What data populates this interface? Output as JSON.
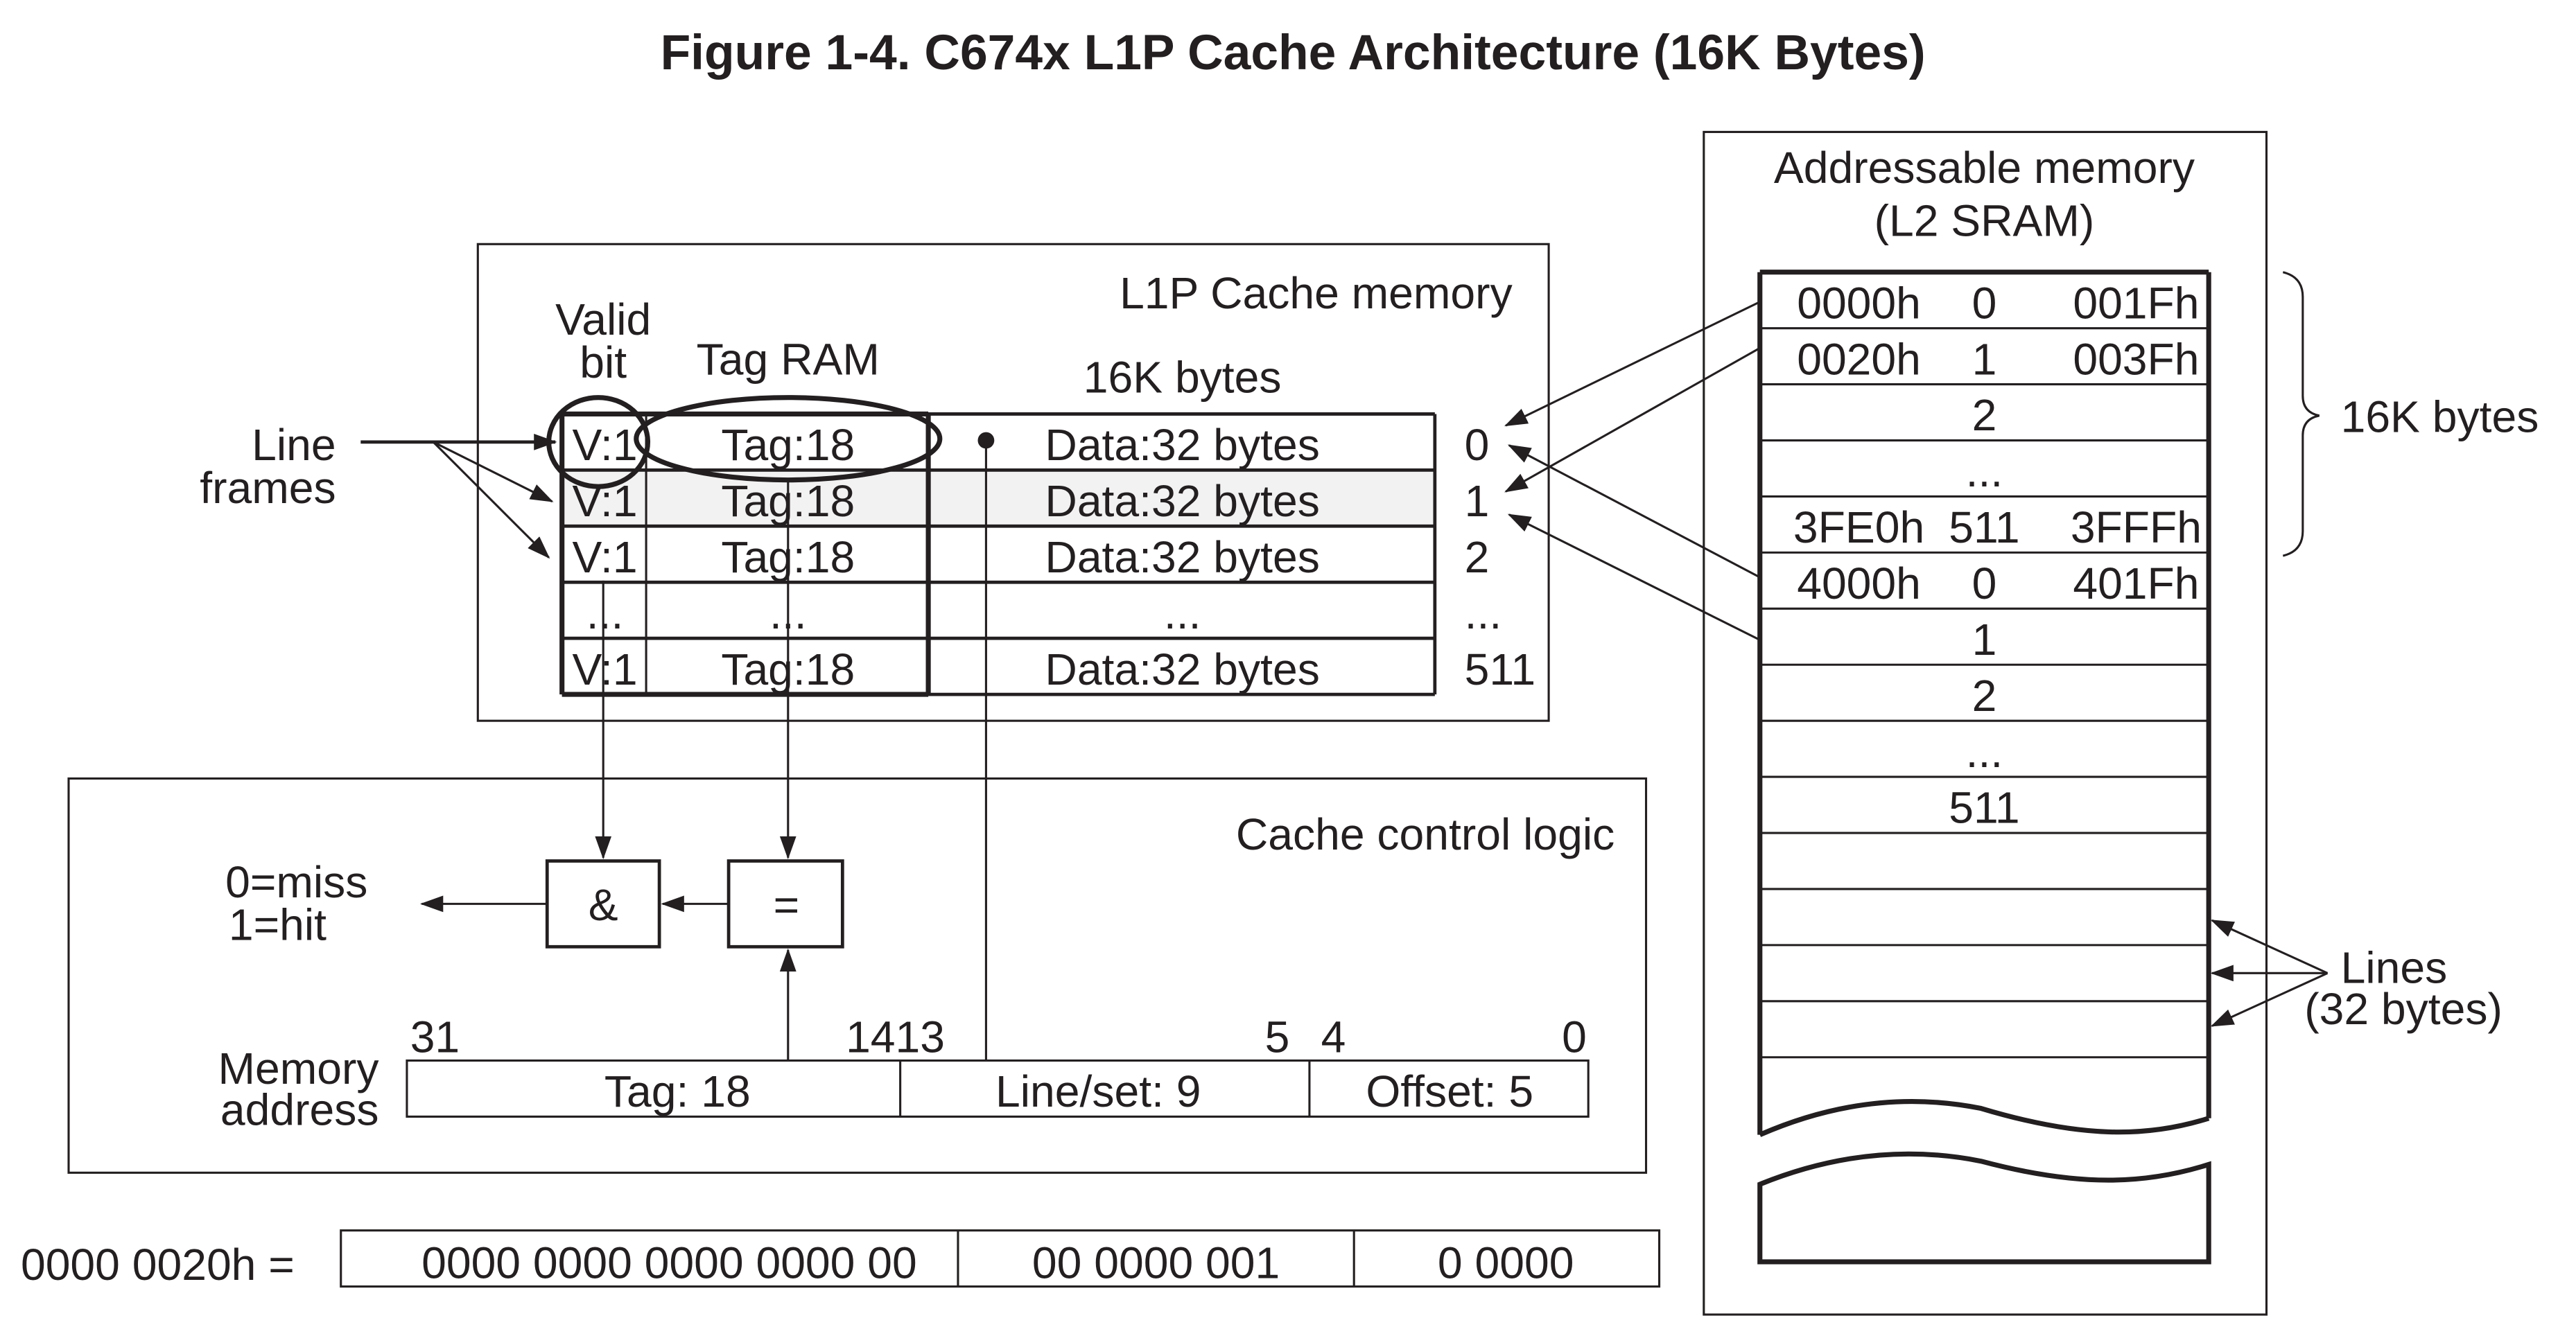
{
  "title": "Figure 1-4. C674x L1P Cache Architecture (16K Bytes)",
  "l1p": {
    "label": "L1P Cache memory",
    "valid_label": [
      "Valid",
      "bit"
    ],
    "tag_ram_label": "Tag RAM",
    "size_label": "16K bytes",
    "rows": [
      {
        "valid": "V:1",
        "tag": "Tag:18",
        "data": "Data:32 bytes",
        "index": "0"
      },
      {
        "valid": "V:1",
        "tag": "Tag:18",
        "data": "Data:32 bytes",
        "index": "1",
        "highlighted": true
      },
      {
        "valid": "V:1",
        "tag": "Tag:18",
        "data": "Data:32 bytes",
        "index": "2"
      },
      {
        "valid": "...",
        "tag": "...",
        "data": "...",
        "index": "..."
      },
      {
        "valid": "V:1",
        "tag": "Tag:18",
        "data": "Data:32 bytes",
        "index": "511"
      }
    ],
    "line_frames_label": [
      "Line",
      "frames"
    ]
  },
  "control": {
    "label": "Cache control logic",
    "and_gate": "&",
    "compare": "=",
    "result": [
      "0=miss",
      "1=hit"
    ],
    "memory_address_label": [
      "Memory",
      "address"
    ],
    "bit_labels": {
      "b31": "31",
      "b1413": "1413",
      "b5": "5",
      "b4": "4",
      "b0": "0"
    },
    "fields": [
      "Tag: 18",
      "Line/set: 9",
      "Offset: 5"
    ]
  },
  "example": {
    "label": "0000 0020h =",
    "fields": [
      "0000 0000 0000 0000 00",
      "00 0000 001",
      "0 0000"
    ]
  },
  "l2": {
    "label": [
      "Addressable memory",
      "(L2 SRAM)"
    ],
    "rows": [
      {
        "start": "0000h",
        "line": "0",
        "end": "001Fh"
      },
      {
        "start": "0020h",
        "line": "1",
        "end": "003Fh"
      },
      {
        "start": "",
        "line": "2",
        "end": ""
      },
      {
        "start": "",
        "line": "...",
        "end": ""
      },
      {
        "start": "3FE0h",
        "line": "511",
        "end": "3FFFh"
      },
      {
        "start": "4000h",
        "line": "0",
        "end": "401Fh"
      },
      {
        "start": "",
        "line": "1",
        "end": ""
      },
      {
        "start": "",
        "line": "2",
        "end": ""
      },
      {
        "start": "",
        "line": "...",
        "end": ""
      },
      {
        "start": "",
        "line": "511",
        "end": ""
      }
    ],
    "brace_label": "16K bytes",
    "lines_label": [
      "Lines",
      "(32 bytes)"
    ]
  },
  "colors": {
    "ink": "#231f20",
    "highlight_row": "#f2f2f2"
  }
}
